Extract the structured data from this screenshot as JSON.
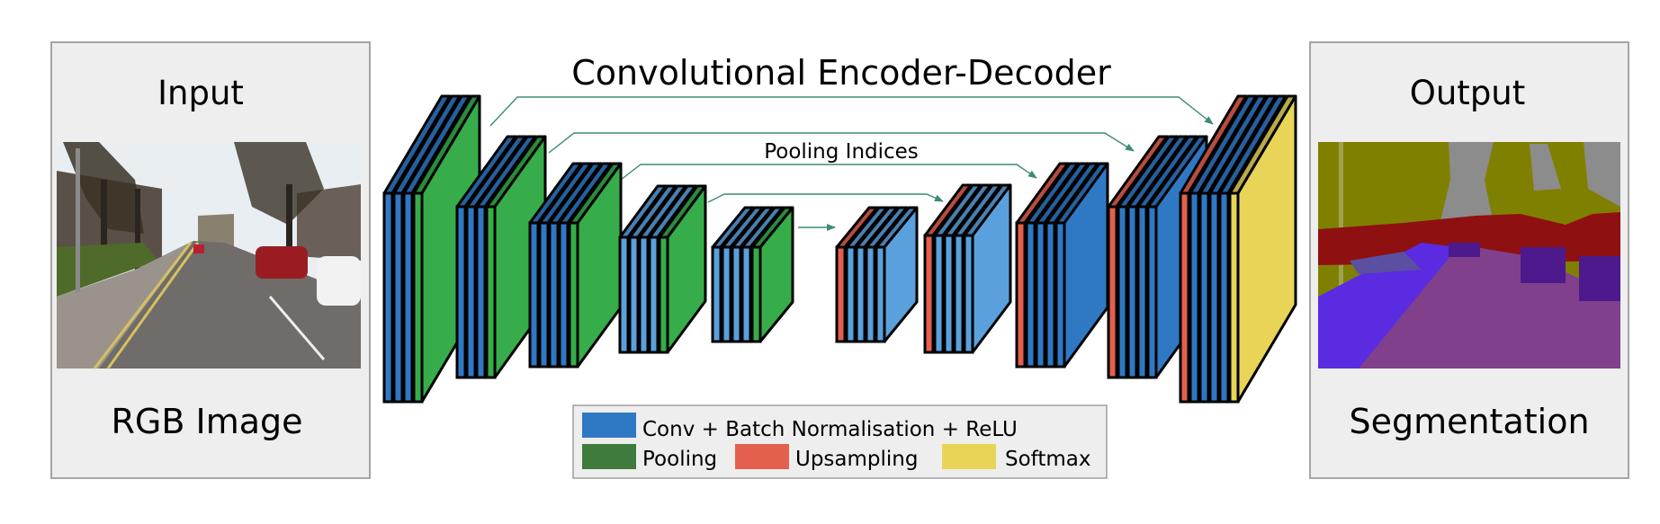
{
  "title": "Convolutional Encoder-Decoder",
  "skip_label": "Pooling Indices",
  "input_panel": {
    "heading": "Input",
    "caption": "RGB Image"
  },
  "output_panel": {
    "heading": "Output",
    "caption": "Segmentation"
  },
  "legend": {
    "items": [
      {
        "label": "Conv + Batch Normalisation + ReLU",
        "color": "#2f78c4"
      },
      {
        "label": "Pooling",
        "color": "#3e7b3c"
      },
      {
        "label": "Upsampling",
        "color": "#e4604e"
      },
      {
        "label": "Softmax",
        "color": "#e8d457"
      }
    ]
  },
  "colors": {
    "conv_light": "#5aa0dc",
    "conv": "#2f78c4",
    "pool": "#36ad4a",
    "upsample": "#e4604e",
    "softmax": "#e8d457",
    "skip_arrow": "#3f8a79",
    "panel_bg": "#eeeeee",
    "panel_border": "#8a8a8a",
    "seg_olive": "#808000",
    "seg_gray": "#8c8c8c",
    "seg_red": "#8f1010",
    "seg_blue": "#5a2be0",
    "seg_purple": "#80408c",
    "seg_slate": "#5a4fa0",
    "seg_darkpurple": "#4c1a8c",
    "seg_tan": "#a0a050"
  }
}
